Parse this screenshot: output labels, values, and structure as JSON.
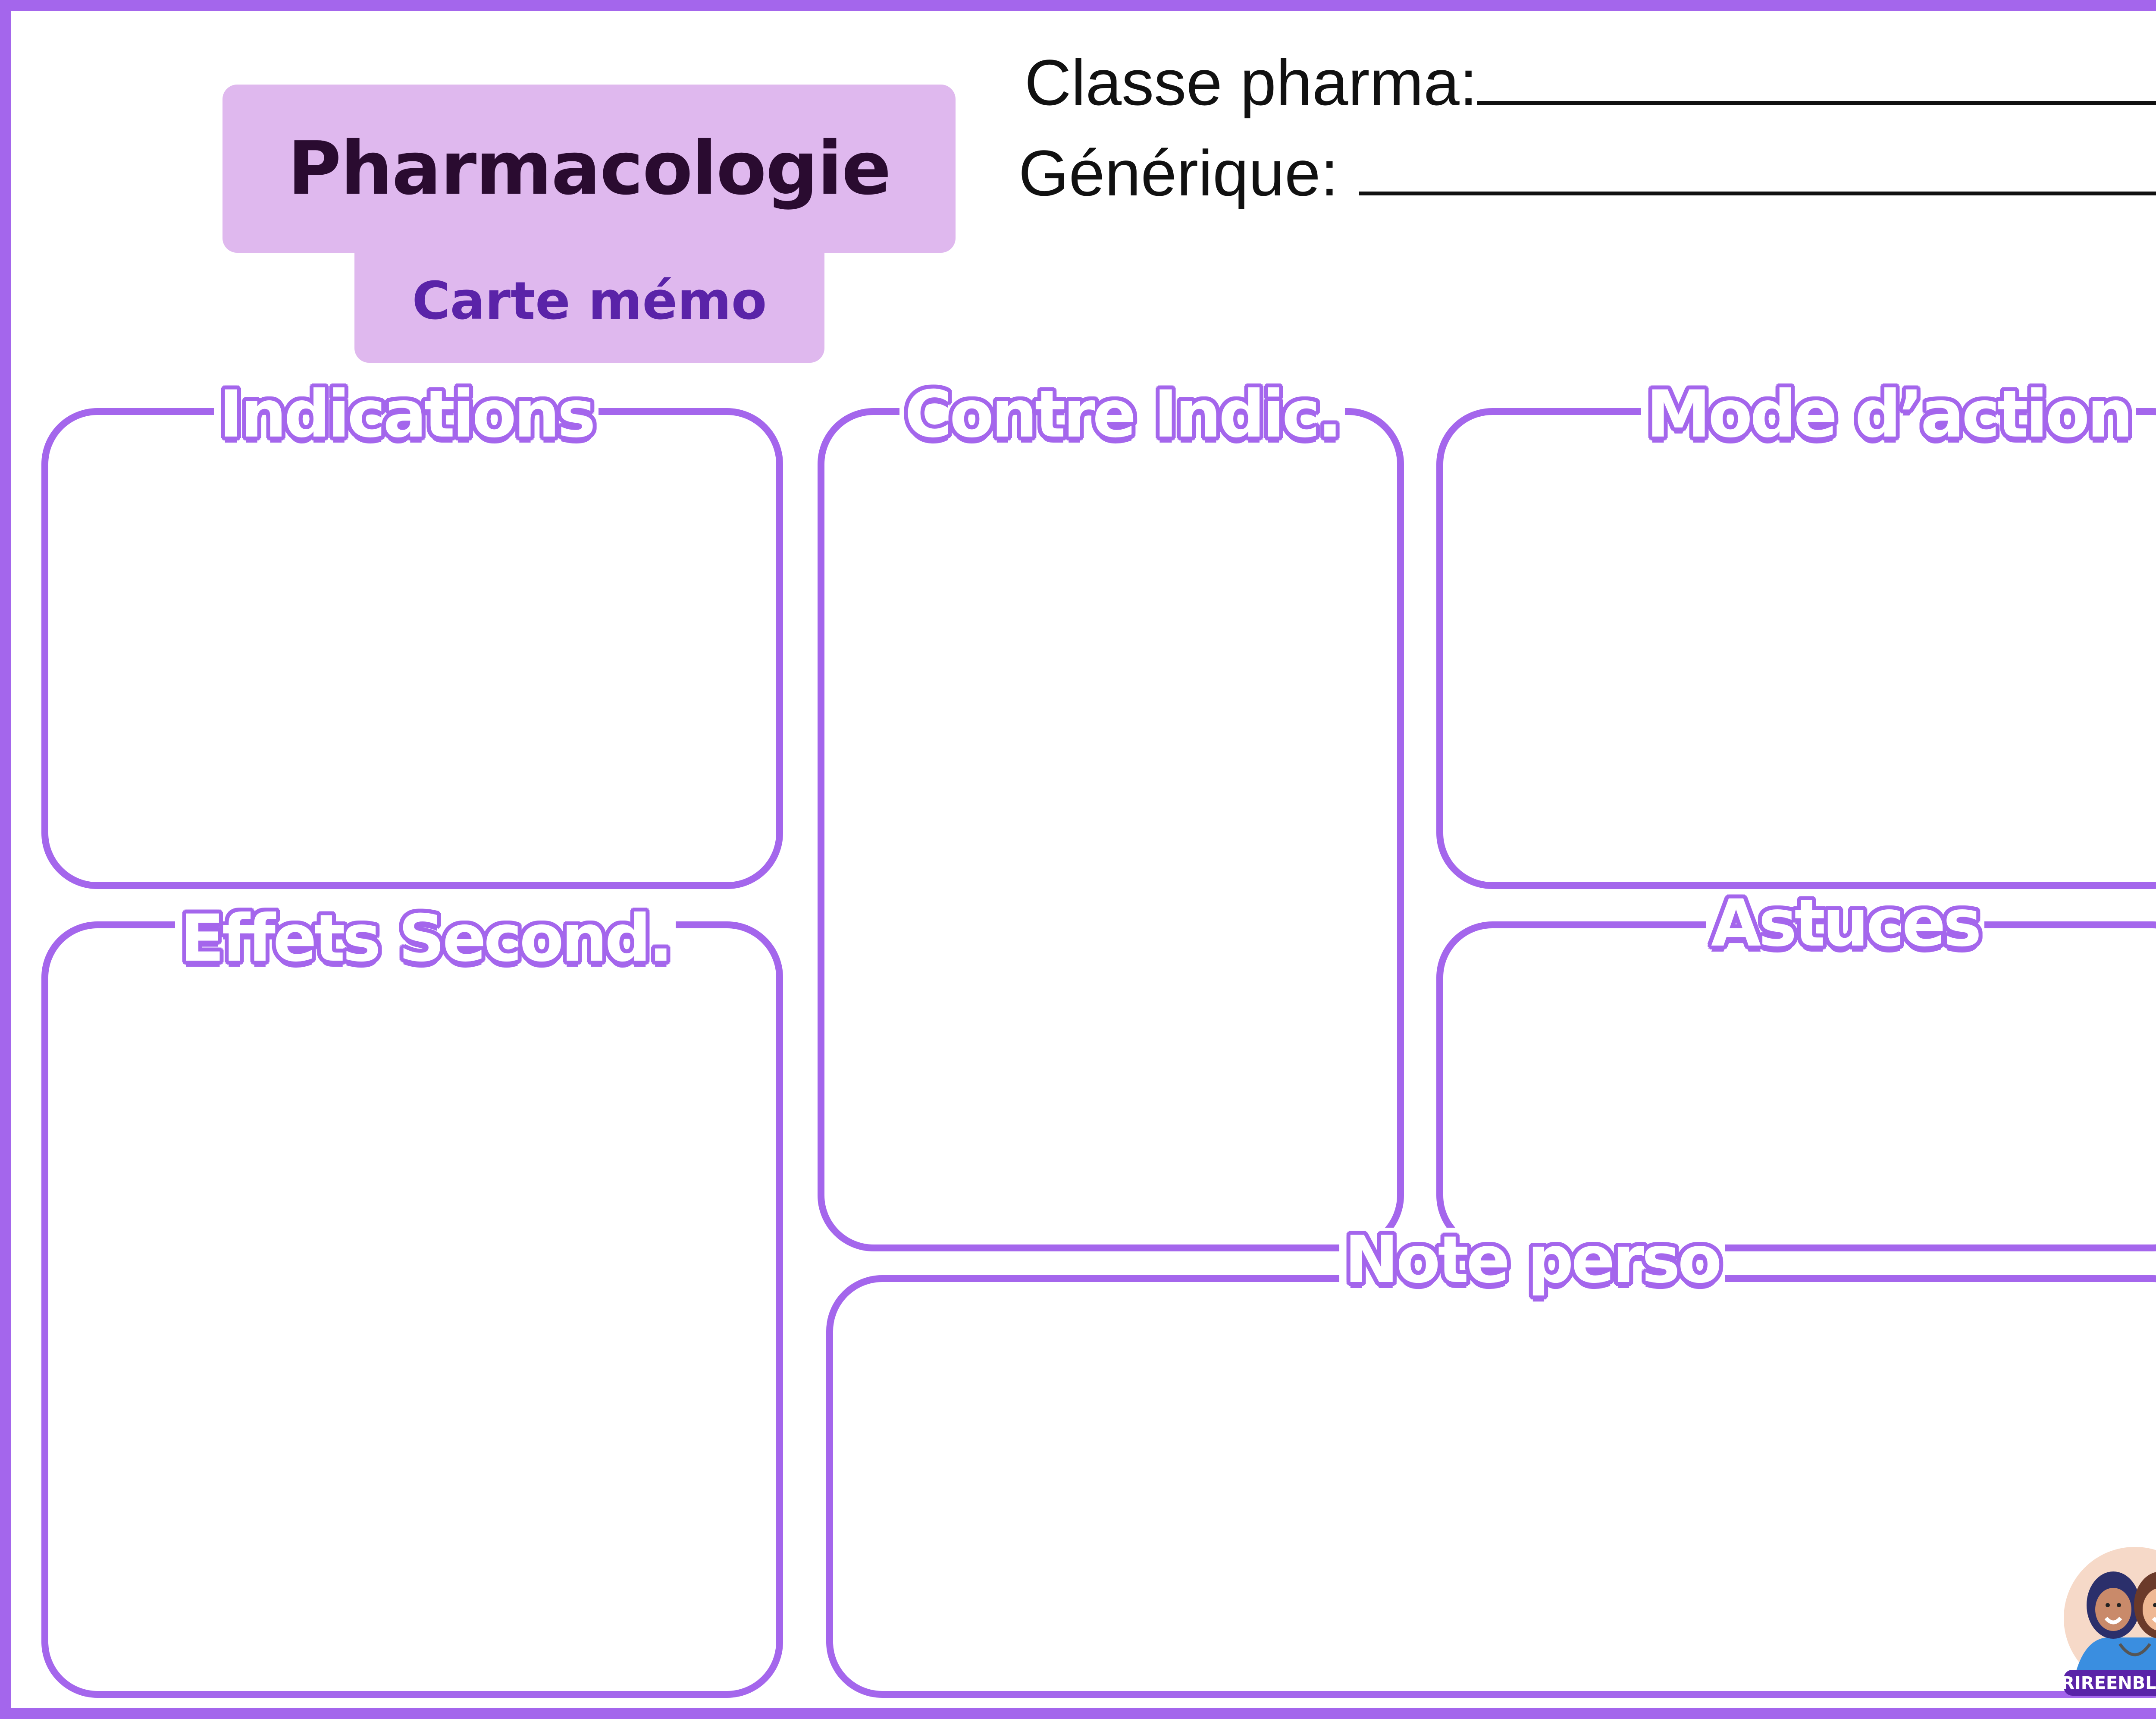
{
  "header": {
    "title": "Pharmacologie",
    "subtitle": "Carte mémo"
  },
  "fields": {
    "classe_label": "Classe pharma:",
    "generique_label": "Générique:"
  },
  "sections": {
    "indications": "Indications",
    "contre_indic": "Contre Indic.",
    "mode_action": "Mode d’action",
    "effets_second": "Effets Second.",
    "astuces": "Astuces",
    "note_perso": "Note perso"
  },
  "logo": {
    "text": "RIREENBLOUSE",
    "icon": "two-nurses-illustration"
  },
  "colors": {
    "accent": "#a466ec",
    "title_bg": "#dfb8ee",
    "title_text": "#2a0b30",
    "subtitle_text": "#5a23a8"
  }
}
